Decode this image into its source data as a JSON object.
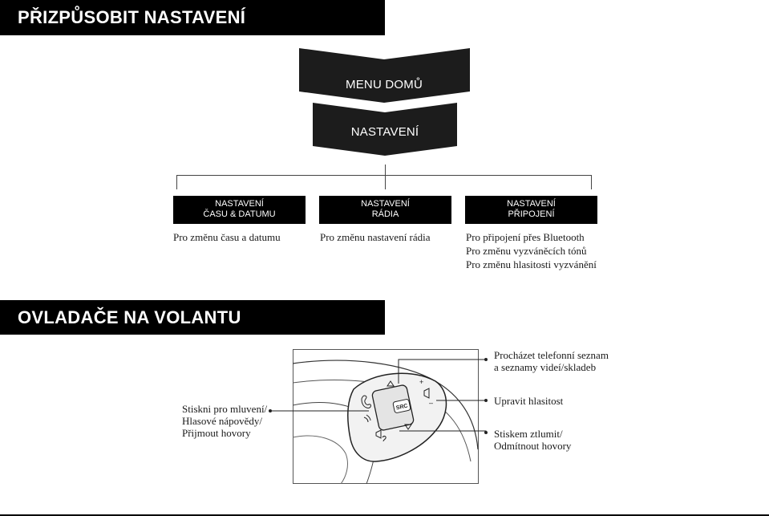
{
  "section1": {
    "title": "PŘIZPŮSOBIT NASTAVENÍ"
  },
  "menu": {
    "home": "MENU DOMŮ",
    "settings": "NASTAVENÍ"
  },
  "boxes": [
    {
      "line1": "NASTAVENÍ",
      "line2": "ČASU & DATUMU",
      "desc": "Pro změnu času a datumu"
    },
    {
      "line1": "NASTAVENÍ",
      "line2": "RÁDIA",
      "desc": "Pro změnu nastavení rádia"
    },
    {
      "line1": "NASTAVENÍ",
      "line2": "PŘIPOJENÍ",
      "desc_lines": [
        "Pro připojení přes Bluetooth",
        "Pro změnu vyzváněcích tónů",
        "Pro změnu hlasitosti vyzvánění"
      ]
    }
  ],
  "section2": {
    "title": "OVLADAČE NA VOLANTU"
  },
  "wheel": {
    "src_label": "SRC"
  },
  "callouts": {
    "voice": [
      "Stiskni pro mluvení/",
      "Hlasové nápovědy/",
      "Přijmout hovory"
    ],
    "browse": [
      "Procházet telefonní seznam",
      "a seznamy videí/skladeb"
    ],
    "volume": [
      "Upravit hlasitost"
    ],
    "mute": [
      "Stiskem ztlumit/",
      "Odmítnout hovory"
    ]
  },
  "colors": {
    "bar": "#000000",
    "menu_shape": "#1c1c1c",
    "text": "#1a1a1a"
  }
}
